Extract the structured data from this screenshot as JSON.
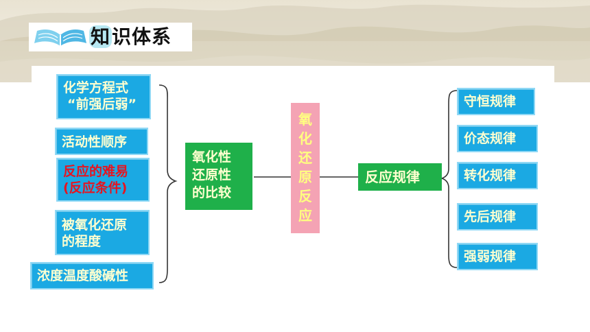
{
  "title": {
    "prefix": "知",
    "rest": "识体系"
  },
  "left_items": [
    {
      "line1": "化学方程式",
      "line2": "“前强后弱”"
    },
    {
      "line1": "活动性顺序"
    },
    {
      "line1a": "反应的",
      "line1b": "难易",
      "line2": "(反应条件)"
    },
    {
      "line1": "被氧化还原",
      "line2": "的程度"
    },
    {
      "line1": "浓度温度酸碱性"
    }
  ],
  "center": {
    "line1": "氧化性",
    "line2": "还原性",
    "line3": "的比较"
  },
  "vertical": [
    "氧",
    "化",
    "还",
    "原",
    "反",
    "应"
  ],
  "rules_box": "反应规律",
  "right_items": [
    "守恒规律",
    "价态规律",
    "转化规律",
    "先后规律",
    "强弱规律"
  ],
  "colors": {
    "blue": "#1ba9e3",
    "green": "#1fb04a",
    "pink": "#f4a3b4",
    "red": "#e61420",
    "yellow_text": "#ffffd0"
  }
}
